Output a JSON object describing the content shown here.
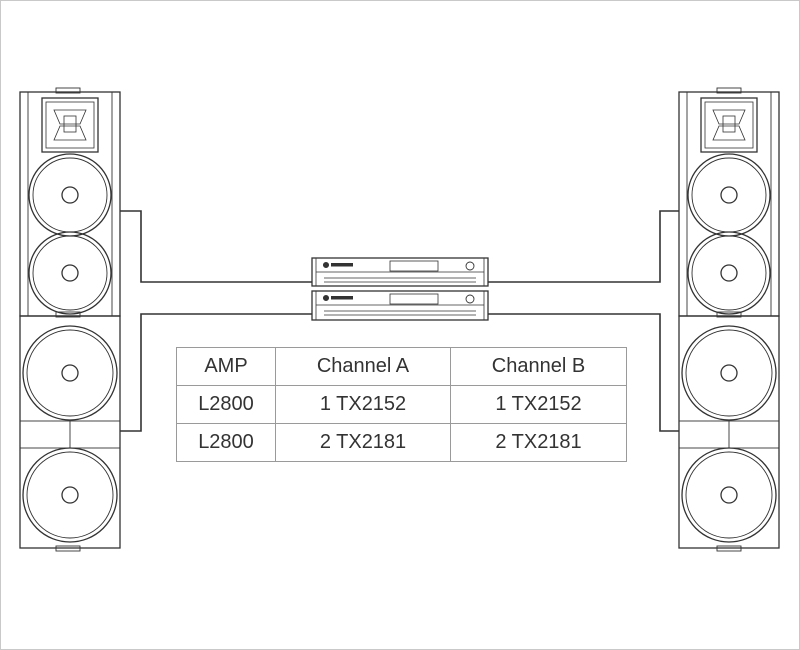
{
  "table": {
    "headers": [
      "AMP",
      "Channel A",
      "Channel B"
    ],
    "rows": [
      [
        "L2800",
        "1 TX2152",
        "1 TX2152"
      ],
      [
        "L2800",
        "2 TX2181",
        "2 TX2181"
      ]
    ]
  },
  "colors": {
    "line": "#333333",
    "border": "#9a9a9a",
    "text": "#333333"
  }
}
